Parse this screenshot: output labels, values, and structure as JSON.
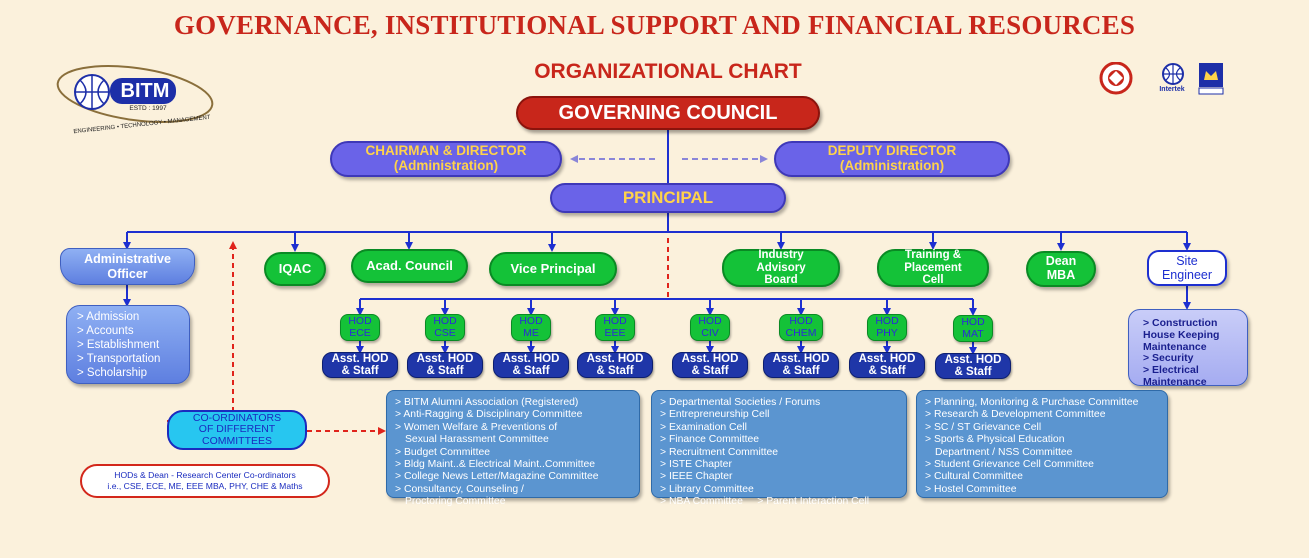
{
  "header": {
    "title": "GOVERNANCE, INSTITUTIONAL SUPPORT AND FINANCIAL RESOURCES",
    "subtitle": "ORGANIZATIONAL CHART"
  },
  "logo": {
    "name": "BITM",
    "estd": "ESTD : 1997",
    "tagline": "ENGINEERING • TECHNOLOGY • MANAGEMENT"
  },
  "certifications": {
    "intertek_label": "Intertek"
  },
  "governing_council": "GOVERNING COUNCIL",
  "chairman": {
    "line1": "CHAIRMAN & DIRECTOR",
    "line2": "(Administration)"
  },
  "deputy": {
    "line1": "DEPUTY DIRECTOR",
    "line2": "(Administration)"
  },
  "principal": "PRINCIPAL",
  "admin_officer": {
    "line1": "Administrative",
    "line2": "Officer",
    "items": [
      "> Admission",
      "> Accounts",
      "> Establishment",
      "> Transportation",
      "> Scholarship"
    ]
  },
  "iqac": "IQAC",
  "acad_council": "Acad. Council",
  "vice_principal": "Vice Principal",
  "industry_board": {
    "line1": "Industry",
    "line2": "Advisory",
    "line3": "Board"
  },
  "training_cell": {
    "line1": "Training &",
    "line2": "Placement",
    "line3": "Cell"
  },
  "dean_mba": {
    "line1": "Dean",
    "line2": "MBA"
  },
  "site_engineer": {
    "line1": "Site",
    "line2": "Engineer",
    "items": [
      "> Construction",
      "House Keeping",
      "Maintenance",
      "> Security",
      "> Electrical",
      "Maintenance"
    ]
  },
  "hods": [
    {
      "line1": "HOD",
      "line2": "ECE"
    },
    {
      "line1": "HOD",
      "line2": "CSE"
    },
    {
      "line1": "HOD",
      "line2": "ME"
    },
    {
      "line1": "HOD",
      "line2": "EEE"
    },
    {
      "line1": "HOD",
      "line2": "CIV"
    },
    {
      "line1": "HOD",
      "line2": "CHEM"
    },
    {
      "line1": "HOD",
      "line2": "PHY"
    },
    {
      "line1": "HOD",
      "line2": "MAT"
    }
  ],
  "asst_hod": {
    "line1": "Asst. HOD",
    "line2": "& Staff"
  },
  "coordinators": {
    "line1": "CO-ORDINATORS",
    "line2": "OF DIFFERENT",
    "line3": "COMMITTEES"
  },
  "hods_note": {
    "line1": "HODs & Dean - Research Center Co-ordinators",
    "line2": "i.e., CSE, ECE, ME, EEE MBA, PHY, CHE  & Maths"
  },
  "committees": [
    [
      "> BITM Alumni Association (Registered)",
      "> Anti-Ragging & Disciplinary Committee",
      "> Women Welfare & Preventions of",
      "Sexual Harassment Committee",
      "> Budget Committee",
      "> Bldg Maint..& Electrical Maint..Committee",
      "> College News Letter/Magazine Committee",
      "> Consultancy, Counseling /",
      "Proctoring Committee"
    ],
    [
      "> Departmental Societies / Forums",
      "> Entrepreneurship Cell",
      "> Examination Cell",
      "> Finance Committee",
      "> Recruitment Committee",
      "> ISTE Chapter",
      "> IEEE Chapter",
      "> Library Committee",
      "> NBA Committee     > Parent Interaction Cell"
    ],
    [
      "> Planning, Monitoring & Purchase Committee",
      "> Research & Development Committee",
      "> SC / ST Grievance Cell",
      "> Sports & Physical Education",
      "Department / NSS Committee",
      "> Student Grievance Cell Committee",
      "> Cultural Committee",
      "> Hostel Committee"
    ]
  ],
  "colors": {
    "title_red": "#c8261b",
    "connector_blue": "#1d2fd0",
    "dashed_red": "#e0241b",
    "background": "#fbf1dc"
  }
}
